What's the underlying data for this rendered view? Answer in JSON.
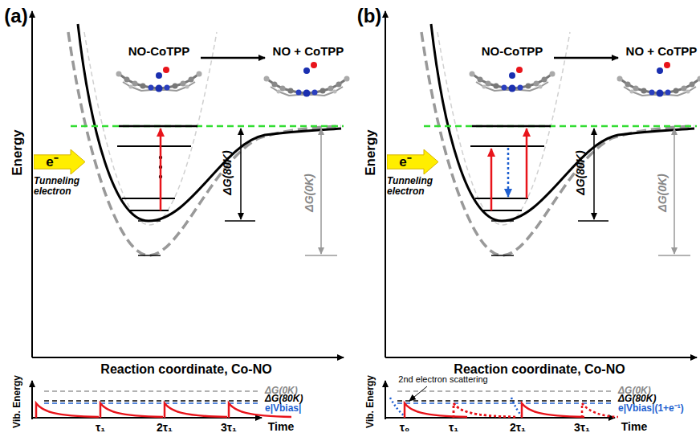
{
  "diagram": {
    "nodes": [
      {
        "text": [
          "e⁻",
          "Tunneling electron"
        ]
      },
      {
        "text": [
          "e⁻",
          "Tunneling electron"
        ]
      }
    ],
    "labels": [
      "(a)",
      "Energy",
      "NO-CoTPP",
      "NO + CoTPP",
      "ΔG(80K)",
      "ΔG(0K)",
      "Reaction coordinate, Co-NO",
      "Vib. Energy",
      "ΔG(0K)",
      "ΔG(80K)",
      "e|Vbias|",
      "τ₁",
      "2τ₁",
      "3τ₁",
      "Time",
      "(b)",
      "Energy",
      "NO-CoTPP",
      "NO + CoTPP",
      "ΔG(80K)",
      "ΔG(0K)",
      "Reaction coordinate, Co-NO",
      "Vib. Energy",
      "2nd electron scattering",
      "ΔG(0K)",
      "ΔG(80K)",
      "e|Vbias|(1+e⁻¹)",
      "τ₀",
      "τ₁",
      "2τ₁",
      "3τ₁",
      "Time"
    ]
  }
}
